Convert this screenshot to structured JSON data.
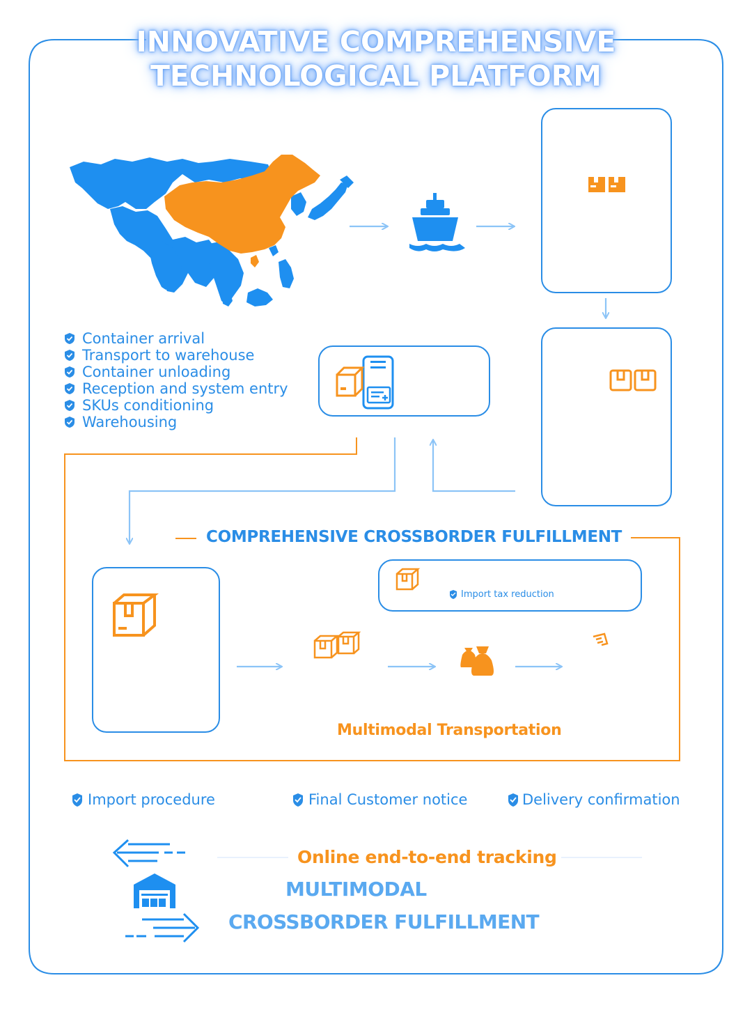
{
  "title": {
    "line1": "INNOVATIVE COMPREHENSIVE",
    "line2": "TECHNOLOGICAL PLATFORM"
  },
  "process_steps": [
    "Container arrival",
    "Transport to warehouse",
    "Container unloading",
    "Reception and system entry",
    "SKUs conditioning",
    "Warehousing"
  ],
  "fulfillment": {
    "heading": "COMPREHENSIVE CROSSBORDER FULFILLMENT",
    "benefit": "Import tax reduction",
    "transport_label": "Multimodal Transportation"
  },
  "delivery_steps": [
    "Import procedure",
    "Final Customer notice",
    "Delivery confirmation"
  ],
  "footer": {
    "tracking": "Online end-to-end tracking",
    "line1": "MULTIMODAL",
    "line2": "CROSSBORDER FULFILLMENT"
  },
  "colors": {
    "blue": "#2a8de6",
    "light_blue": "#5aa9f0",
    "orange": "#f7931e",
    "map_blue": "#1e8ff0",
    "map_orange": "#f7931e"
  },
  "icons": {
    "map": "asia-map",
    "ship": "cargo-ship-icon",
    "warehouse": "warehouse-icon",
    "box": "package-box-icon",
    "phone": "mobile-inventory-icon",
    "bags": "money-bags-icon",
    "return_arrow": "return-arrow-icon",
    "forward_arrow": "forward-arrow-icon"
  }
}
